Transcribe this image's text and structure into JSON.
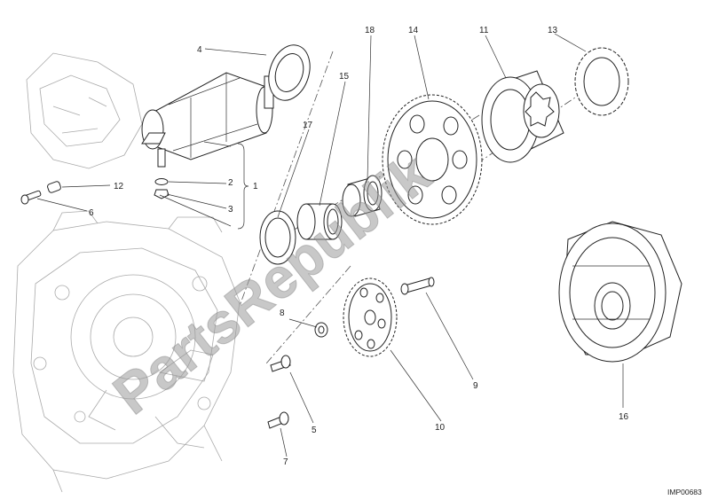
{
  "diagram": {
    "callouts": [
      "1",
      "2",
      "3",
      "4",
      "5",
      "6",
      "7",
      "8",
      "9",
      "10",
      "11",
      "12",
      "13",
      "14",
      "15",
      "16",
      "17",
      "18"
    ],
    "image_code": "IMP00683",
    "watermark": "PartsRepublik"
  }
}
